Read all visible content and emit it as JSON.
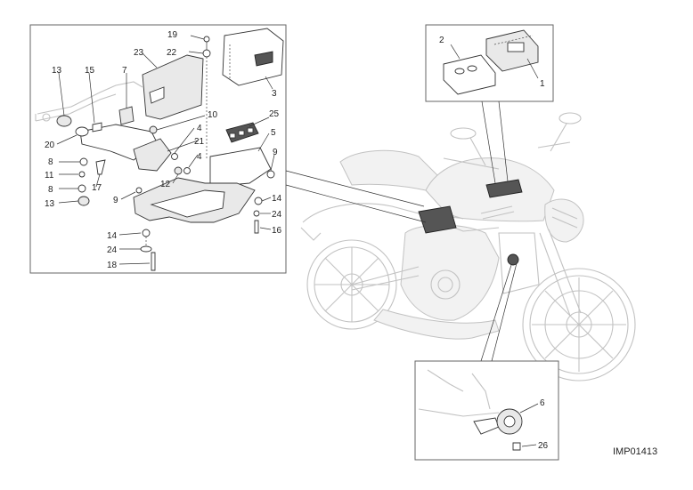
{
  "figure_code": "IMP01413",
  "callouts": {
    "c1": "1",
    "c2": "2",
    "c3": "3",
    "c4a": "4",
    "c4b": "4",
    "c5": "5",
    "c6": "6",
    "c7": "7",
    "c8a": "8",
    "c8b": "8",
    "c9a": "9",
    "c9b": "9",
    "c10": "10",
    "c11": "11",
    "c12": "12",
    "c13a": "13",
    "c13b": "13",
    "c14a": "14",
    "c14b": "14",
    "c15": "15",
    "c16": "16",
    "c17": "17",
    "c18": "18",
    "c19": "19",
    "c20": "20",
    "c21": "21",
    "c22": "22",
    "c23": "23",
    "c24a": "24",
    "c24b": "24",
    "c25": "25",
    "c26": "26"
  }
}
